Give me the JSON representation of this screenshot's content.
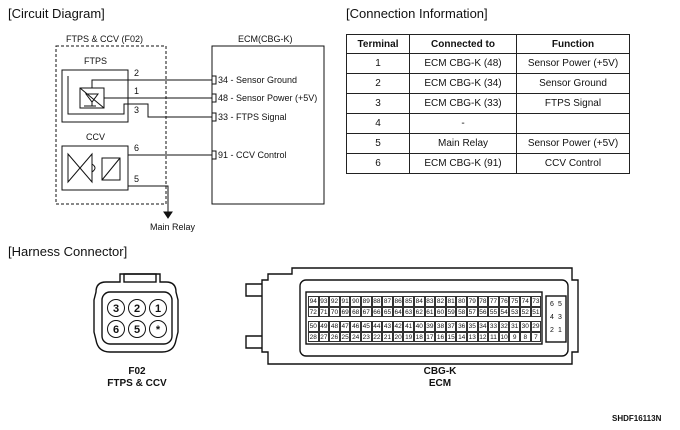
{
  "sections": {
    "circuit": "[Circuit Diagram]",
    "connection": "[Connection Information]",
    "harness": "[Harness Connector]"
  },
  "circuit": {
    "module_title": "FTPS & CCV (F02)",
    "ftps_label": "FTPS",
    "ccv_label": "CCV",
    "ecm_title": "ECM(CBG-K)",
    "pins": [
      "2",
      "1",
      "3",
      "6",
      "5"
    ],
    "ecm_pins": [
      {
        "num": "34",
        "name": "Sensor Ground"
      },
      {
        "num": "48",
        "name": "Sensor Power (+5V)"
      },
      {
        "num": "33",
        "name": "FTPS Signal"
      },
      {
        "num": "91",
        "name": "CCV Control"
      }
    ],
    "main_relay": "Main Relay"
  },
  "table": {
    "headers": [
      "Terminal",
      "Connected to",
      "Function"
    ],
    "rows": [
      [
        "1",
        "ECM CBG-K (48)",
        "Sensor Power (+5V)"
      ],
      [
        "2",
        "ECM CBG-K (34)",
        "Sensor Ground"
      ],
      [
        "3",
        "ECM CBG-K (33)",
        "FTPS Signal"
      ],
      [
        "4",
        "-",
        ""
      ],
      [
        "5",
        "Main Relay",
        "Sensor Power (+5V)"
      ],
      [
        "6",
        "ECM CBG-K (91)",
        "CCV Control"
      ]
    ]
  },
  "harness": {
    "f02_pins": [
      "3",
      "2",
      "1",
      "6",
      "5",
      "*"
    ],
    "f02_label_1": "F02",
    "f02_label_2": "FTPS & CCV",
    "ecm_label_1": "CBG-K",
    "ecm_label_2": "ECM",
    "rows": [
      [
        "94",
        "93",
        "92",
        "91",
        "90",
        "89",
        "88",
        "87",
        "86",
        "85",
        "84",
        "83",
        "82",
        "81",
        "80",
        "79",
        "78",
        "77",
        "76",
        "75",
        "74",
        "73"
      ],
      [
        "72",
        "71",
        "70",
        "69",
        "68",
        "67",
        "66",
        "65",
        "64",
        "63",
        "62",
        "61",
        "60",
        "59",
        "58",
        "57",
        "56",
        "55",
        "54",
        "53",
        "52",
        "51"
      ],
      [
        "50",
        "49",
        "48",
        "47",
        "46",
        "45",
        "44",
        "43",
        "42",
        "41",
        "40",
        "39",
        "38",
        "37",
        "36",
        "35",
        "34",
        "33",
        "32",
        "31",
        "30",
        "29"
      ],
      [
        "28",
        "27",
        "26",
        "25",
        "24",
        "23",
        "22",
        "21",
        "20",
        "19",
        "18",
        "17",
        "16",
        "15",
        "14",
        "13",
        "12",
        "11",
        "10",
        "9",
        "8",
        "7"
      ]
    ],
    "side": [
      [
        "6",
        "5"
      ],
      [
        "4",
        "3"
      ],
      [
        "2",
        "1"
      ]
    ]
  },
  "code": "SHDF16113N"
}
